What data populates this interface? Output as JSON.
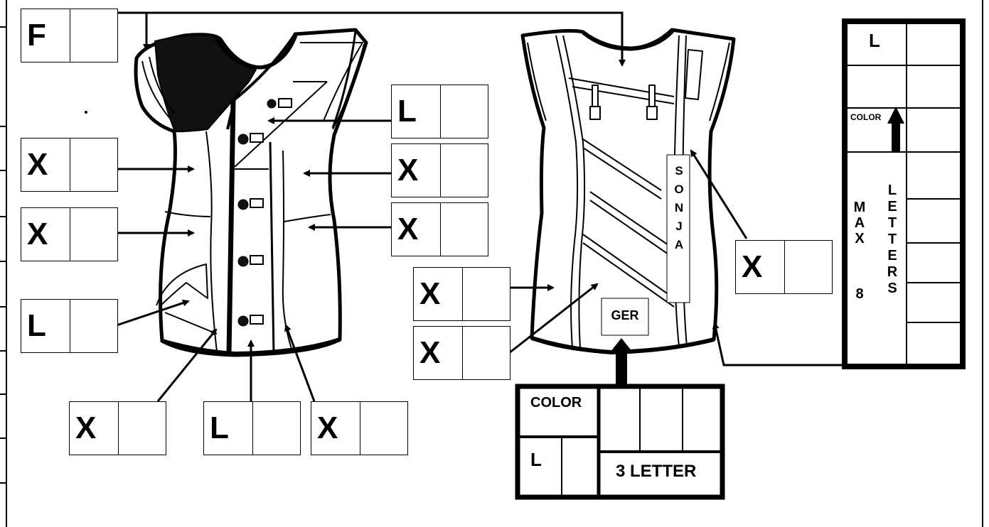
{
  "front_codes": {
    "f_top": "F",
    "x_left_1": "X",
    "x_left_2": "X",
    "l_left": "L",
    "l_right_top": "L",
    "x_right_1": "X",
    "x_right_2": "X",
    "x_bottom_1": "X",
    "l_bottom": "L",
    "x_bottom_2": "X"
  },
  "back_codes": {
    "x_mid_1": "X",
    "x_mid_2": "X",
    "x_right": "X"
  },
  "back_labels": {
    "name": [
      "S",
      "O",
      "N",
      "J",
      "A"
    ],
    "country": "GER"
  },
  "color_table": {
    "color": "COLOR",
    "l": "L",
    "letters": "3 LETTER"
  },
  "name_table": {
    "l": "L",
    "color": "COLOR",
    "max": [
      "M",
      "A",
      "X"
    ],
    "eight": "8",
    "letters": [
      "L",
      "E",
      "T",
      "T",
      "E",
      "R",
      "S"
    ]
  }
}
